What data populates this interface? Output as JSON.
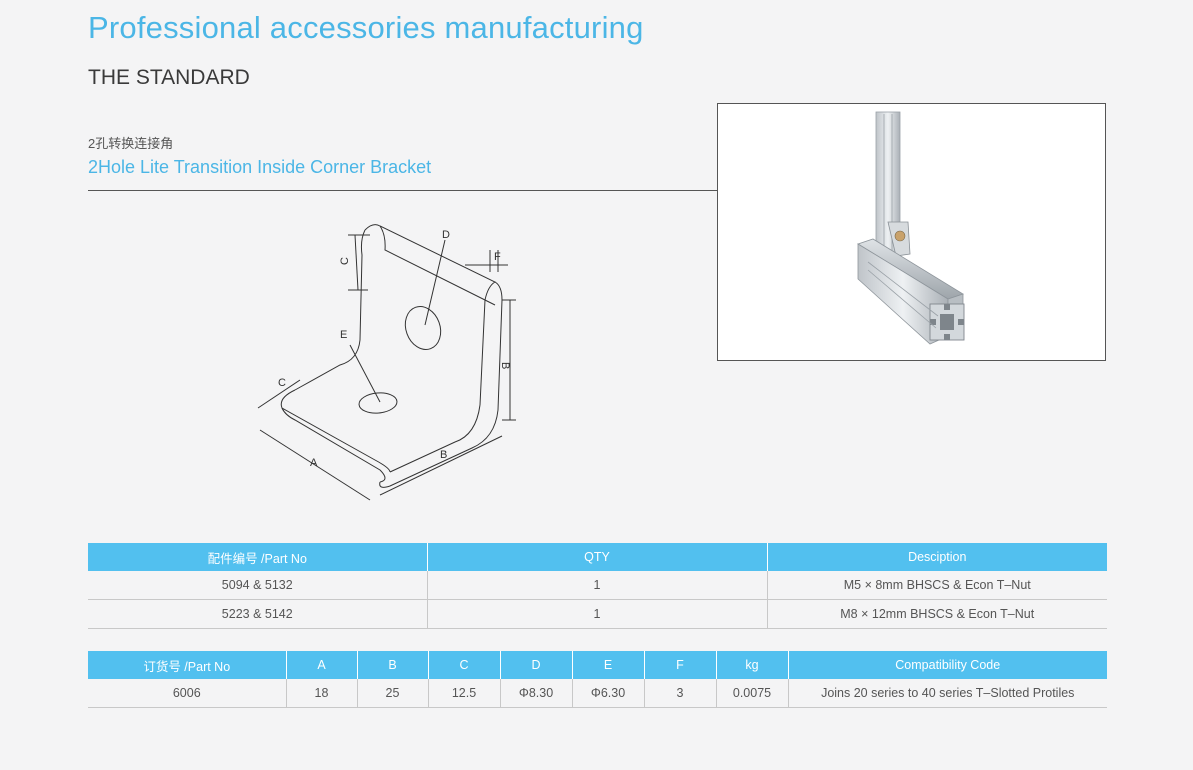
{
  "header": {
    "title": "Professional accessories manufacturing",
    "subtitle": "THE STANDARD"
  },
  "product": {
    "name_cn": "2孔转换连接角",
    "name_en": "2Hole Lite Transition  Inside Corner Bracket"
  },
  "drawing": {
    "labels": {
      "A": "A",
      "B1": "B",
      "B2": "B",
      "C1": "C",
      "C2": "C",
      "D": "D",
      "E": "E",
      "F": "F"
    }
  },
  "colors": {
    "accent": "#4bb6e6",
    "header_bg": "#52c0ef"
  },
  "table1": {
    "headers": [
      "配件编号 /Part No",
      "QTY",
      "Desciption"
    ],
    "rows": [
      [
        "5094 & 5132",
        "1",
        "M5 × 8mm BHSCS & Econ T–Nut"
      ],
      [
        "5223 & 5142",
        "1",
        "M8 × 12mm BHSCS & Econ T–Nut"
      ]
    ]
  },
  "table2": {
    "headers": [
      "订货号 /Part No",
      "A",
      "B",
      "C",
      "D",
      "E",
      "F",
      "kg",
      "Compatibility Code"
    ],
    "rows": [
      [
        "6006",
        "18",
        "25",
        "12.5",
        "Φ8.30",
        "Φ6.30",
        "3",
        "0.0075",
        "Joins 20 series to 40 series T–Slotted Protiles"
      ]
    ]
  }
}
